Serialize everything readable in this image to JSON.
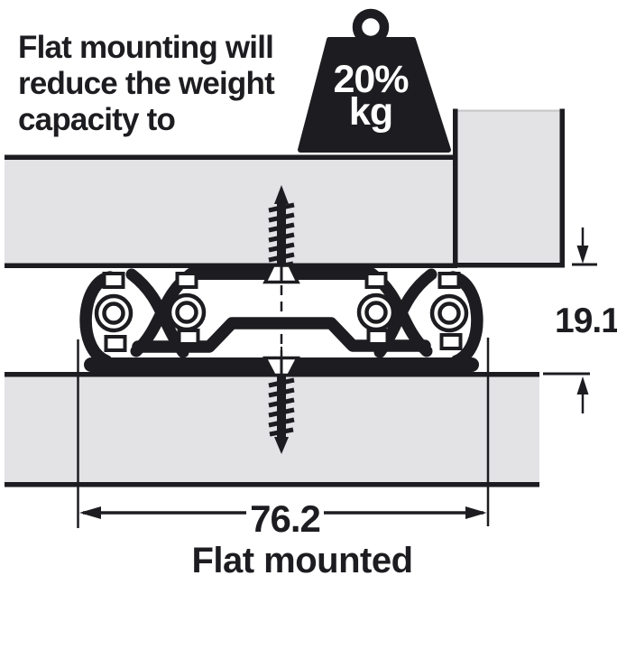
{
  "headline": {
    "line1": "Flat mounting will",
    "line2": "reduce the weight",
    "line3": "capacity to"
  },
  "weight": {
    "percent": "20%",
    "unit": "kg"
  },
  "dimensions": {
    "height_mm": "19.1",
    "width_mm": "76.2"
  },
  "caption": "Flat mounted",
  "colors": {
    "ink": "#1d1d21",
    "board_fill": "#e3e3e5",
    "panel_top_edge": "#c9c9cb",
    "background": "#ffffff"
  }
}
